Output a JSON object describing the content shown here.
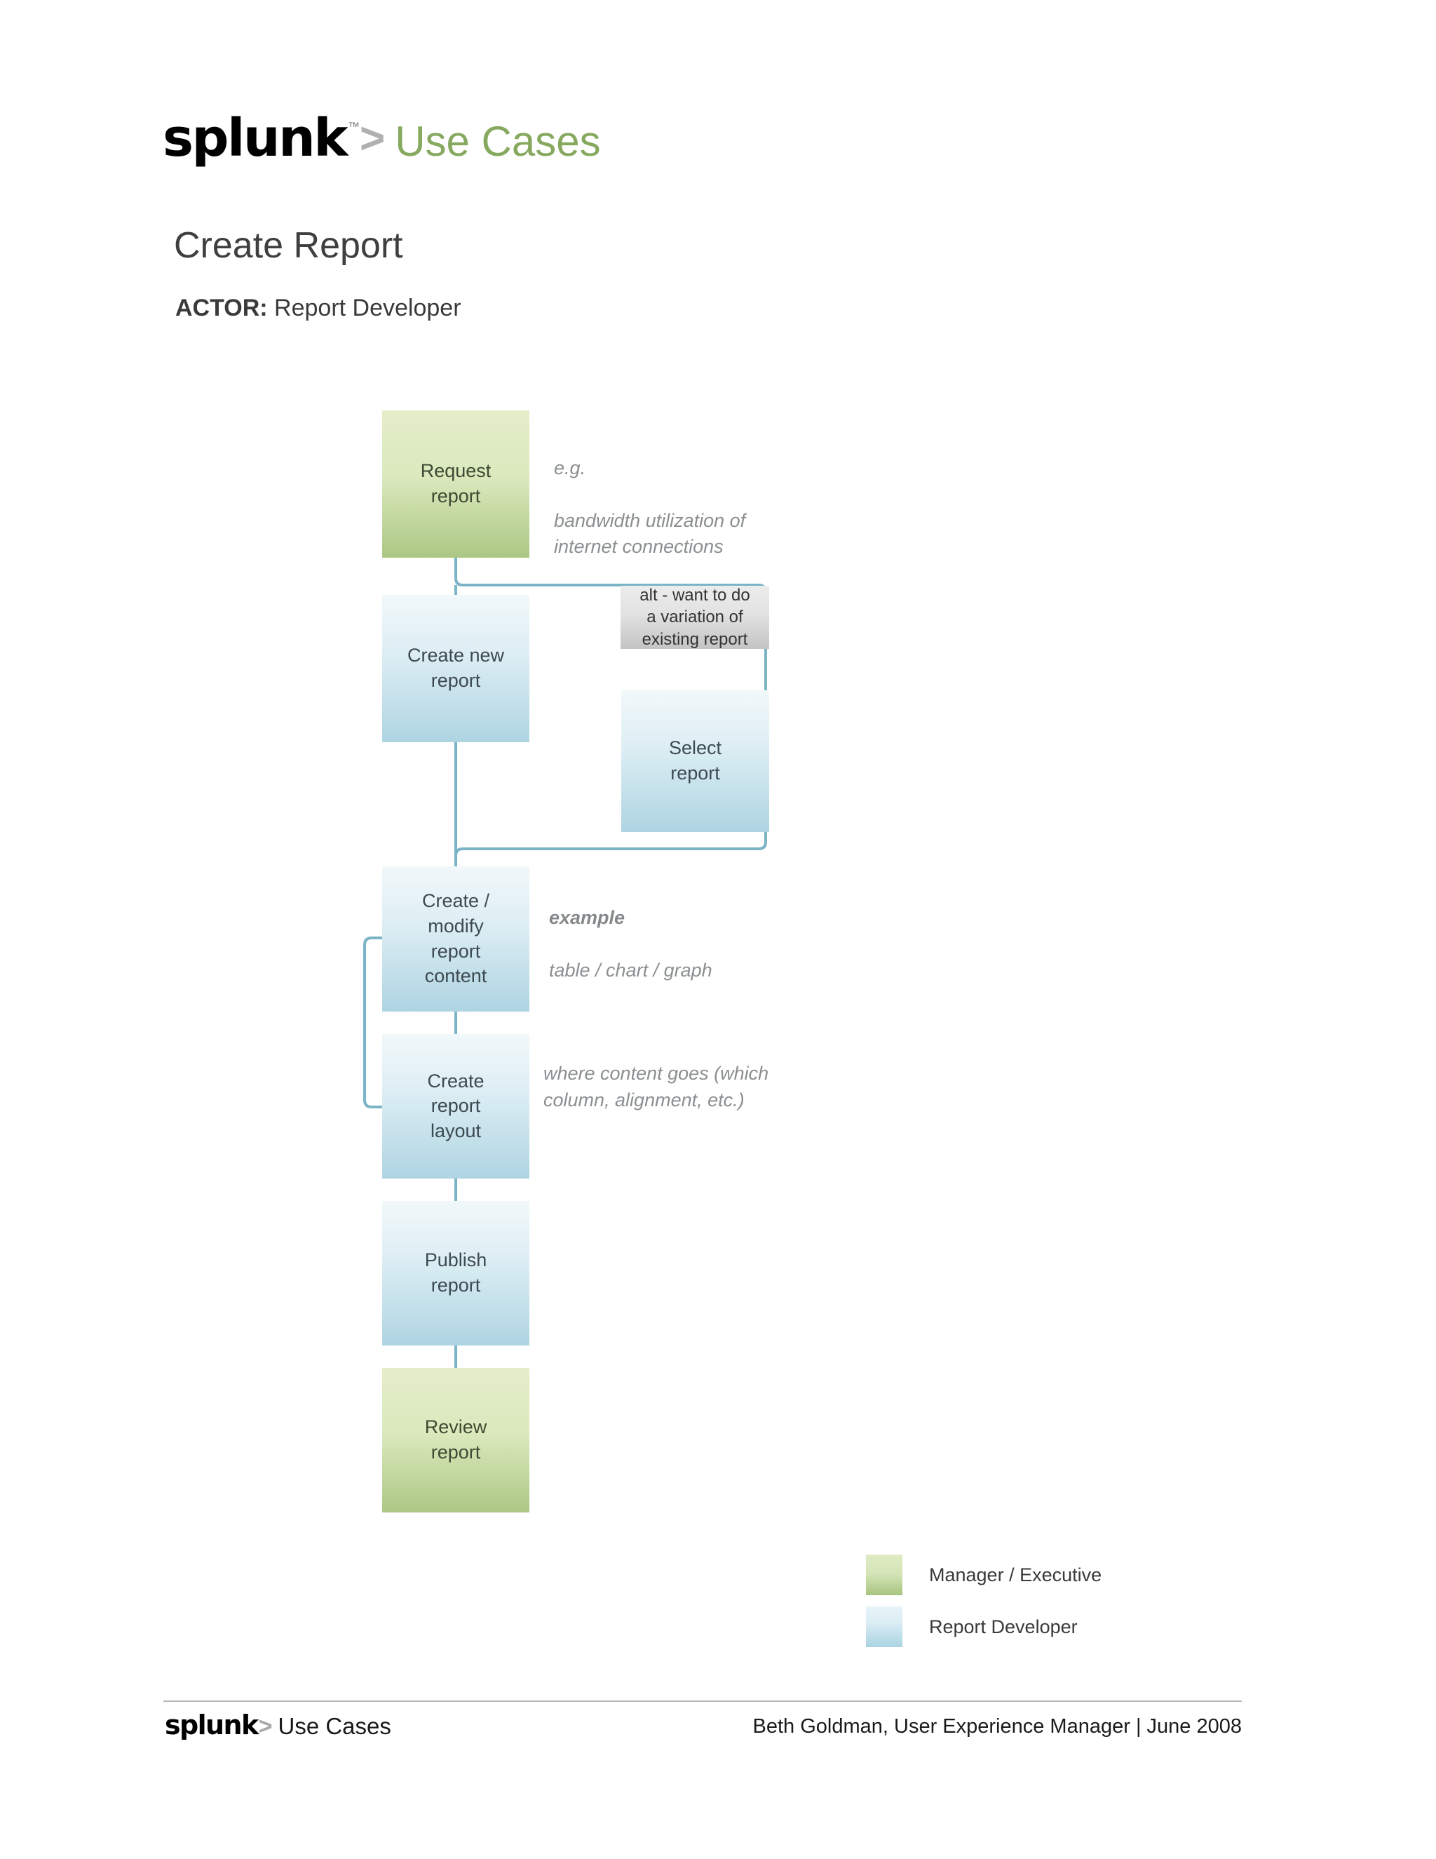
{
  "header": {
    "logo_word": "splunk",
    "logo_tm": "™",
    "logo_chevron": ">",
    "logo_suffix": "Use Cases",
    "title": "Create Report",
    "actor_label": "ACTOR:",
    "actor_value": "Report Developer"
  },
  "diagram": {
    "nodes": [
      {
        "id": "request-report",
        "label": "Request\nreport",
        "role": "green"
      },
      {
        "id": "create-new-report",
        "label": "Create new\nreport",
        "role": "blue"
      },
      {
        "id": "alt-note",
        "label": "alt - want to do\na variation of\nexisting report",
        "role": "gray"
      },
      {
        "id": "select-report",
        "label": "Select\nreport",
        "role": "blue"
      },
      {
        "id": "create-modify-content",
        "label": "Create  /\nmodify\nreport\ncontent",
        "role": "blue"
      },
      {
        "id": "create-report-layout",
        "label": "Create\nreport\nlayout",
        "role": "blue"
      },
      {
        "id": "publish-report",
        "label": "Publish\nreport",
        "role": "blue"
      },
      {
        "id": "review-report",
        "label": "Review\nreport",
        "role": "green"
      }
    ],
    "annotations": [
      {
        "id": "eg-note",
        "line1": "e.g.",
        "line2": "bandwidth utilization of\ninternet connections"
      },
      {
        "id": "example-note",
        "line1": "example",
        "line2": "table / chart / graph"
      },
      {
        "id": "layout-note",
        "line1": "",
        "line2": "where content goes (which\ncolumn, alignment, etc.)"
      }
    ],
    "connector_color": "#7ab4c6"
  },
  "legend": {
    "items": [
      {
        "swatch": "green",
        "label": "Manager / Executive"
      },
      {
        "swatch": "blue",
        "label": "Report Developer"
      }
    ]
  },
  "footer": {
    "logo_word": "splunk",
    "logo_chevron": ">",
    "logo_suffix": "Use Cases",
    "credit": "Beth Goldman, User Experience Manager | June 2008"
  }
}
